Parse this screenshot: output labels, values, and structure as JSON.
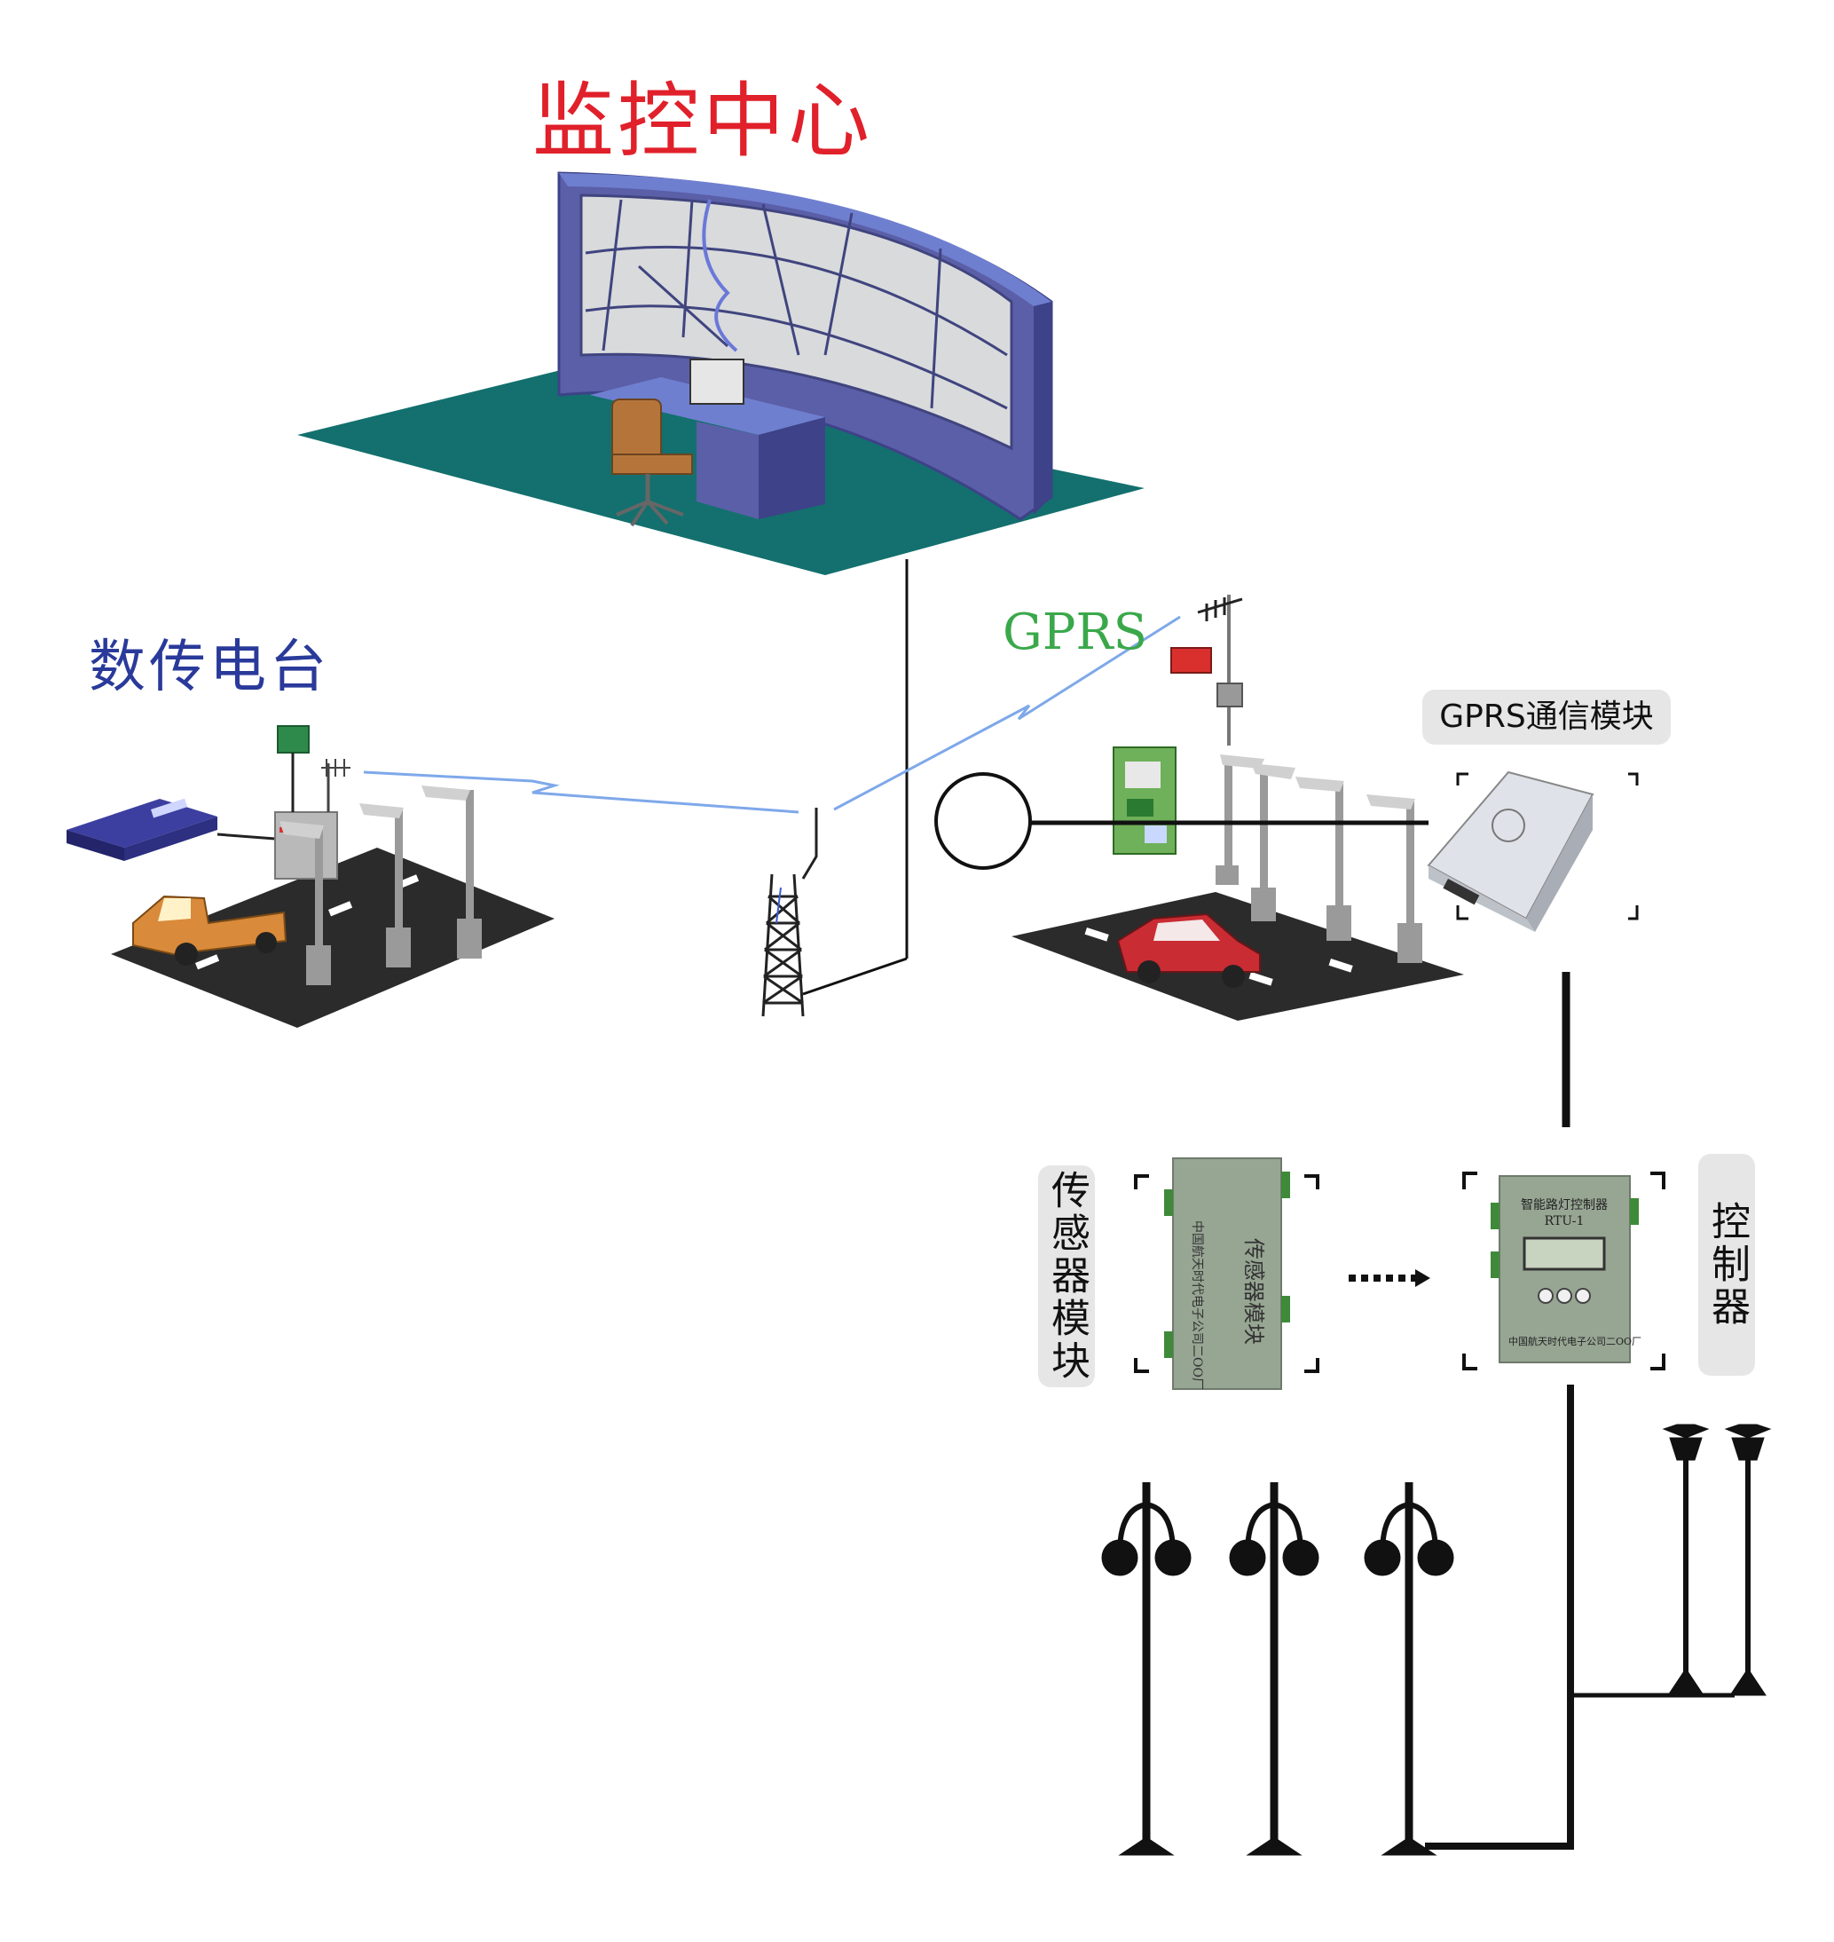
{
  "labels": {
    "monitoring_center": "监控中心",
    "data_radio": "数传电台",
    "gprs": "GPRS",
    "gprs_module": "GPRS通信模块",
    "sensor_module": "传感器模块",
    "controller": "控制器"
  },
  "device_text": {
    "sensor_box_title": "传感器模块",
    "sensor_box_maker": "中国航天时代电子公司二OO厂",
    "controller_box_title": "智能路灯控制器",
    "controller_box_model": "RTU-1",
    "controller_box_maker": "中国航天时代电子公司二OO厂"
  },
  "colors": {
    "title_red": "#e0202a",
    "radio_blue": "#2a3a9a",
    "gprs_green": "#3aa84a",
    "floor_teal": "#13706e",
    "wall_purple": "#5b5fa8",
    "road": "#2b2b2b",
    "device_green": "#97a593"
  }
}
